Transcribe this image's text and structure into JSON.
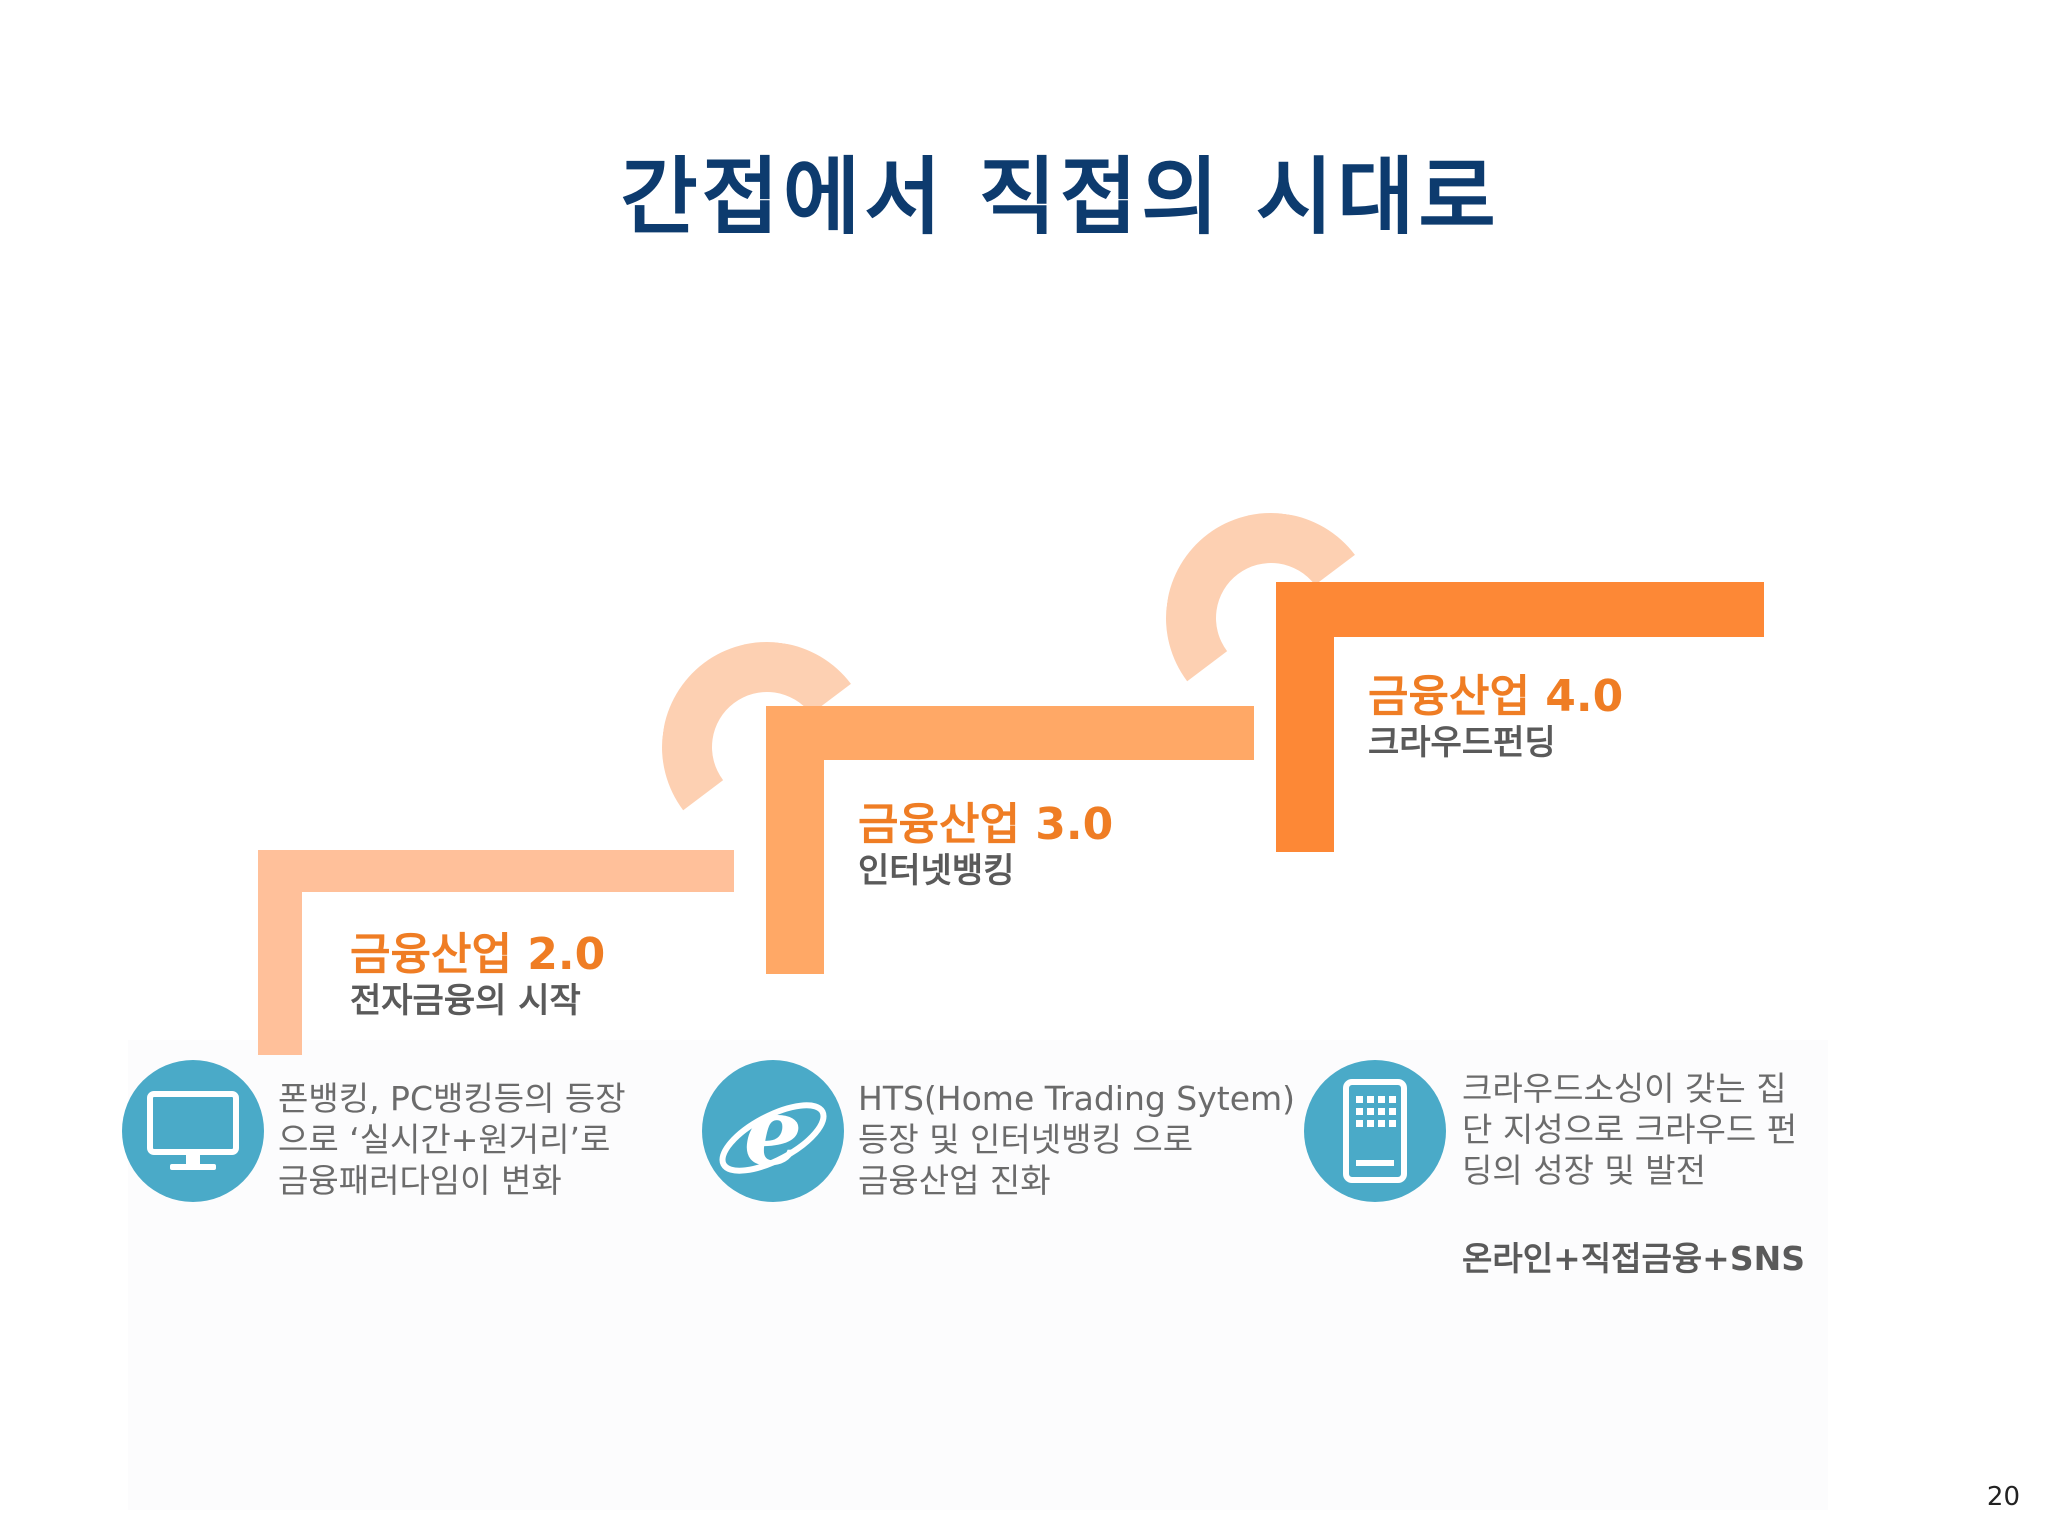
{
  "title": "간접에서 직접의 시대로",
  "page_number": "20",
  "colors": {
    "stage1": "#ffc09a",
    "stage2": "#ffa866",
    "stage3": "#fd8836",
    "arc": "#fdd0b2",
    "icon_circle": "#4aaac8",
    "stage_title": "#ef7d24",
    "title": "#0d3b6e"
  },
  "stages": [
    {
      "title": "금융산업 2.0",
      "subtitle": "전자금융의 시작"
    },
    {
      "title": "금융산업 3.0",
      "subtitle": "인터넷뱅킹"
    },
    {
      "title": "금융산업 4.0",
      "subtitle": "크라우드펀딩"
    }
  ],
  "items": [
    {
      "icon": "monitor-icon",
      "text": "폰뱅킹, PC뱅킹등의 등장\n으로 ‘실시간+원거리’로\n금융패러다임이 변화"
    },
    {
      "icon": "internet-explorer-icon",
      "text": "HTS(Home Trading Sytem)\n등장 및 인터넷뱅킹 으로\n금융산업 진화"
    },
    {
      "icon": "tablet-icon",
      "text": "크라우드소싱이 갖는 집\n단 지성으로 크라우드 펀\n딩의 성장 및 발전",
      "tagline": "온라인+직접금융+SNS"
    }
  ]
}
